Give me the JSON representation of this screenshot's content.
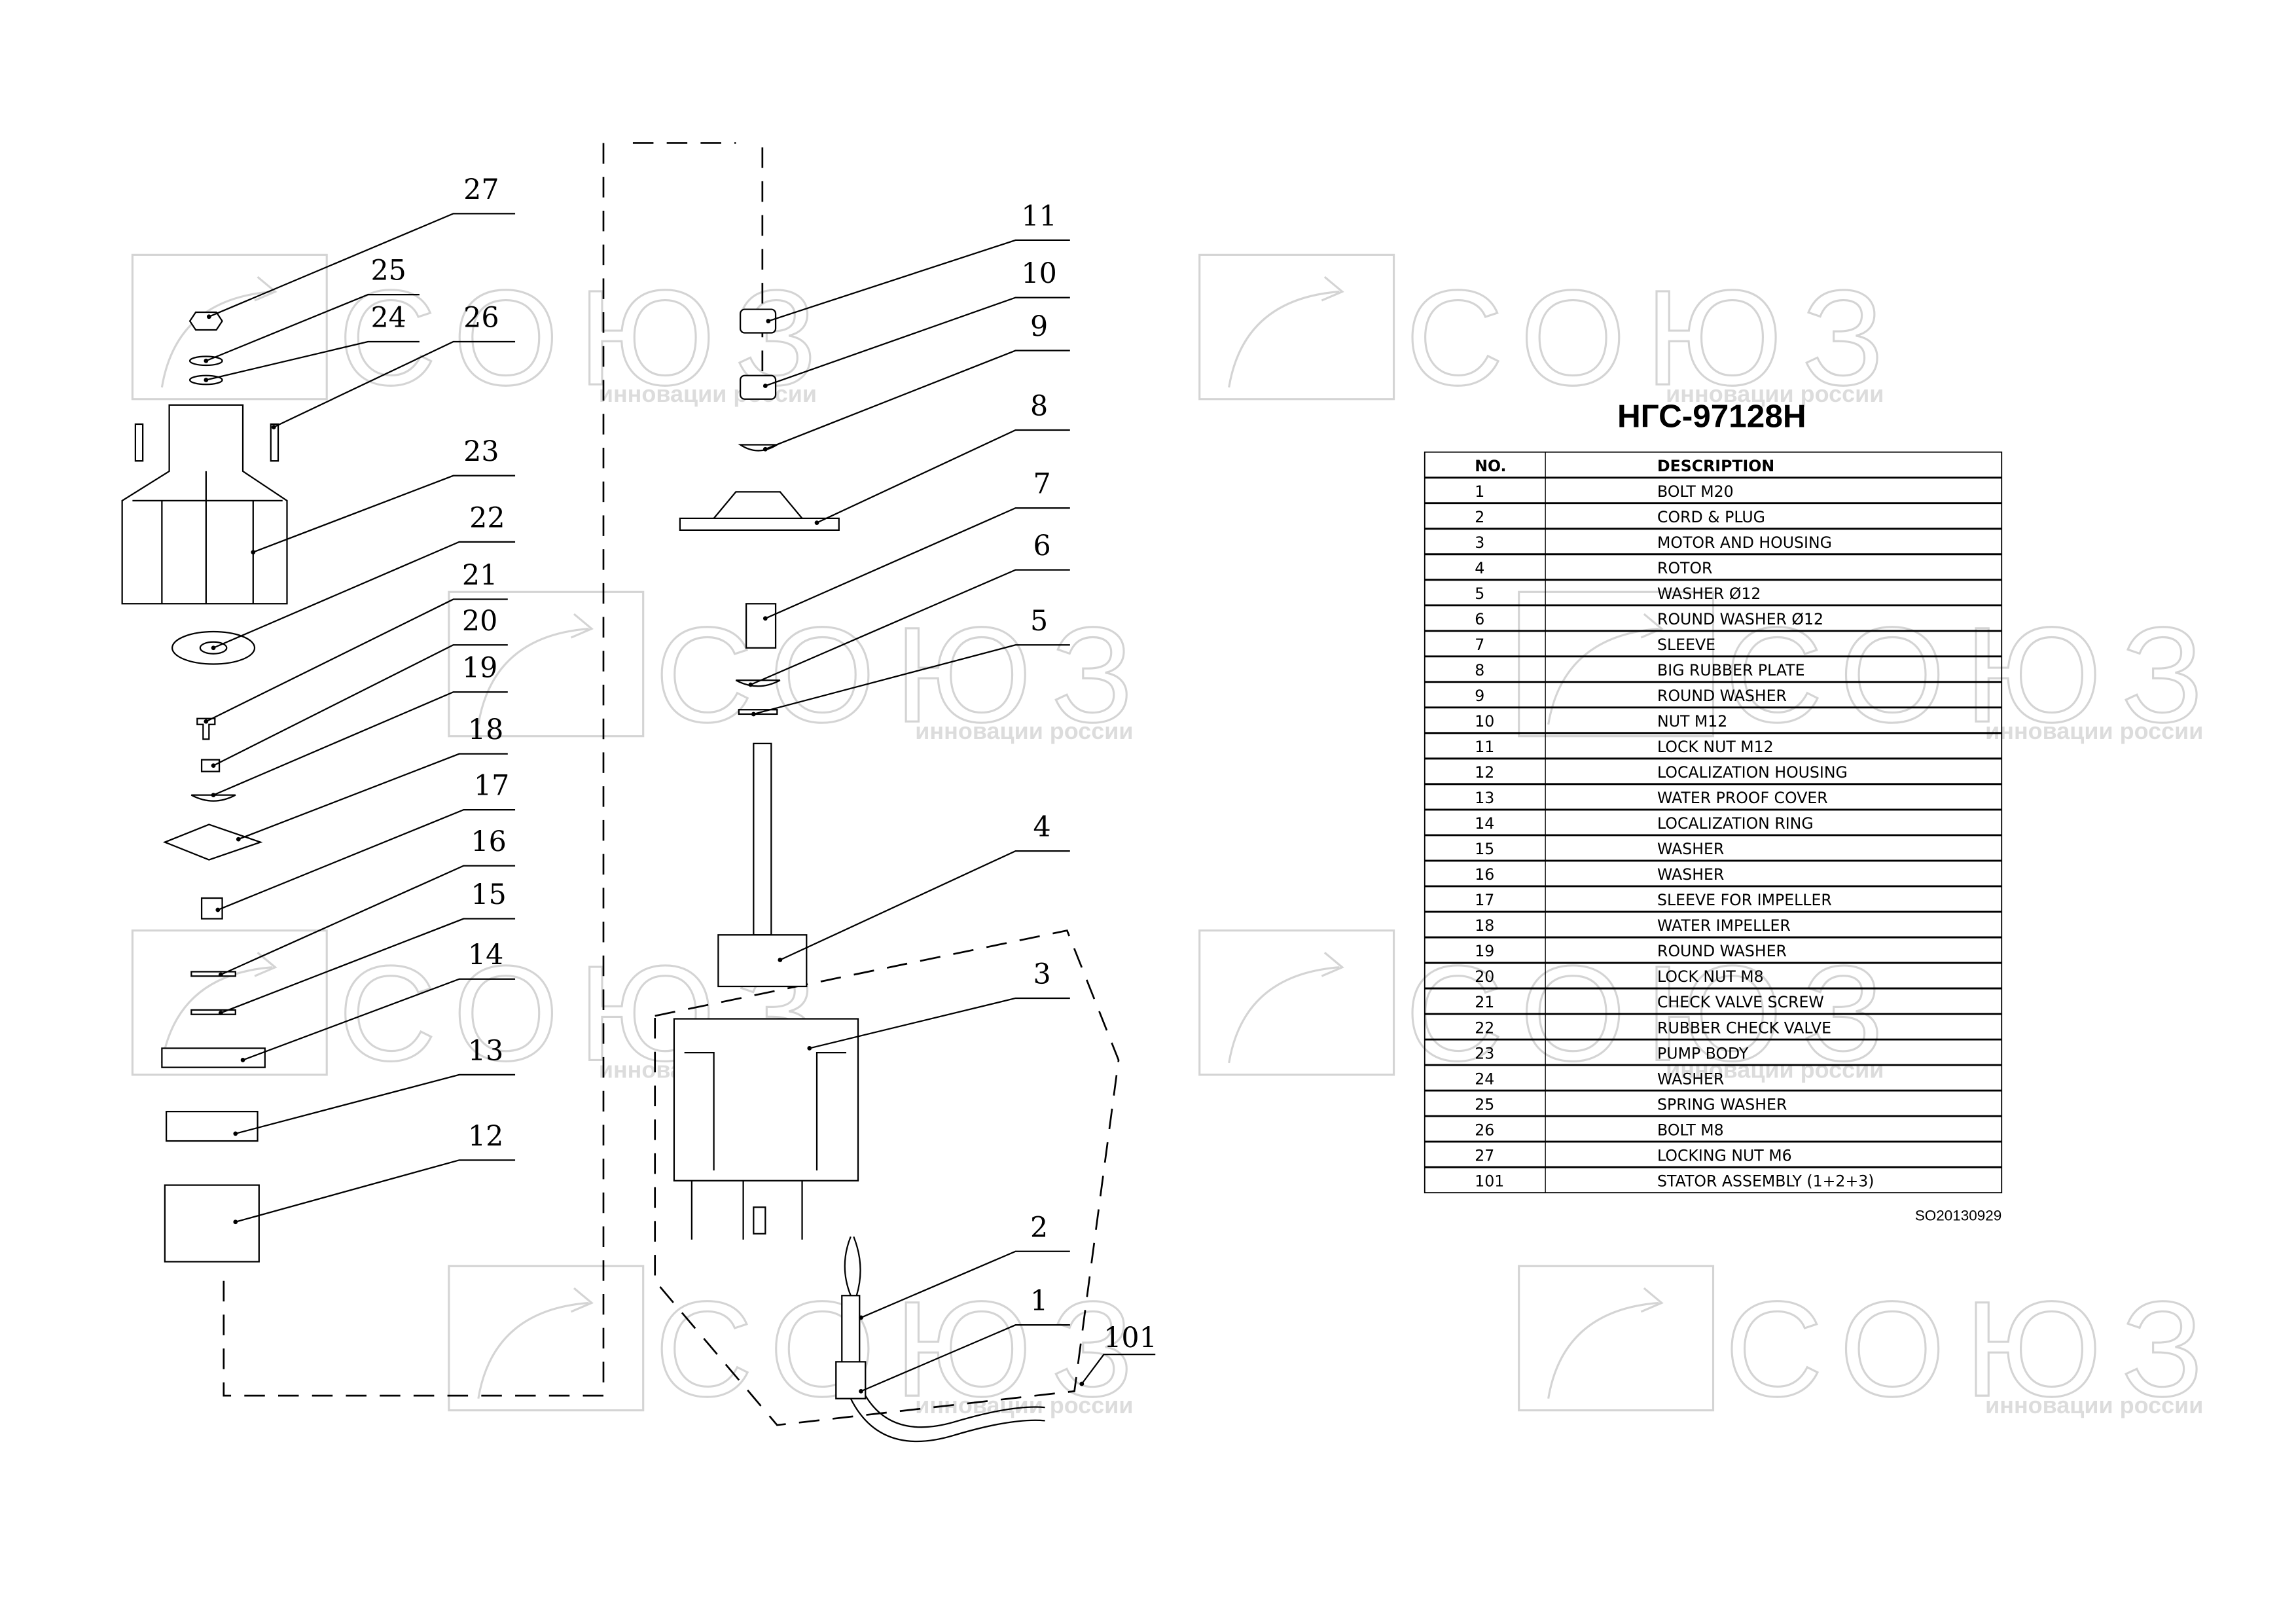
{
  "title": "НГС-97128Н",
  "watermark": {
    "brand": "СОЮЗ",
    "tagline": "инновации россии"
  },
  "table": {
    "headers": [
      "NO.",
      "DESCRIPTION"
    ],
    "rows": [
      [
        "1",
        "BOLT M20"
      ],
      [
        "2",
        "CORD & PLUG"
      ],
      [
        "3",
        "MOTOR AND HOUSING"
      ],
      [
        "4",
        "ROTOR"
      ],
      [
        "5",
        "WASHER  Ø12"
      ],
      [
        "6",
        "ROUND WASHER  Ø12"
      ],
      [
        "7",
        "SLEEVE"
      ],
      [
        "8",
        "BIG RUBBER PLATE"
      ],
      [
        "9",
        "ROUND WASHER"
      ],
      [
        "10",
        "NUT M12"
      ],
      [
        "11",
        "LOCK NUT M12"
      ],
      [
        "12",
        "LOCALIZATION HOUSING"
      ],
      [
        "13",
        "WATER PROOF COVER"
      ],
      [
        "14",
        "LOCALIZATION RING"
      ],
      [
        "15",
        "WASHER"
      ],
      [
        "16",
        "WASHER"
      ],
      [
        "17",
        "SLEEVE FOR IMPELLER"
      ],
      [
        "18",
        "WATER IMPELLER"
      ],
      [
        "19",
        "ROUND WASHER"
      ],
      [
        "20",
        "LOCK NUT M8"
      ],
      [
        "21",
        "CHECK VALVE SCREW"
      ],
      [
        "22",
        "RUBBER CHECK VALVE"
      ],
      [
        "23",
        "PUMP BODY"
      ],
      [
        "24",
        "WASHER"
      ],
      [
        "25",
        "SPRING WASHER"
      ],
      [
        "26",
        "BOLT M8"
      ],
      [
        "27",
        "LOCKING NUT M6"
      ],
      [
        "101",
        "STATOR ASSEMBLY (1+2+3)"
      ]
    ]
  },
  "doc_code": "SO20130929",
  "callouts": [
    "27",
    "25",
    "24",
    "26",
    "23",
    "22",
    "21",
    "20",
    "19",
    "18",
    "17",
    "16",
    "15",
    "14",
    "13",
    "12",
    "11",
    "10",
    "9",
    "8",
    "7",
    "6",
    "5",
    "4",
    "3",
    "2",
    "1",
    "101"
  ]
}
